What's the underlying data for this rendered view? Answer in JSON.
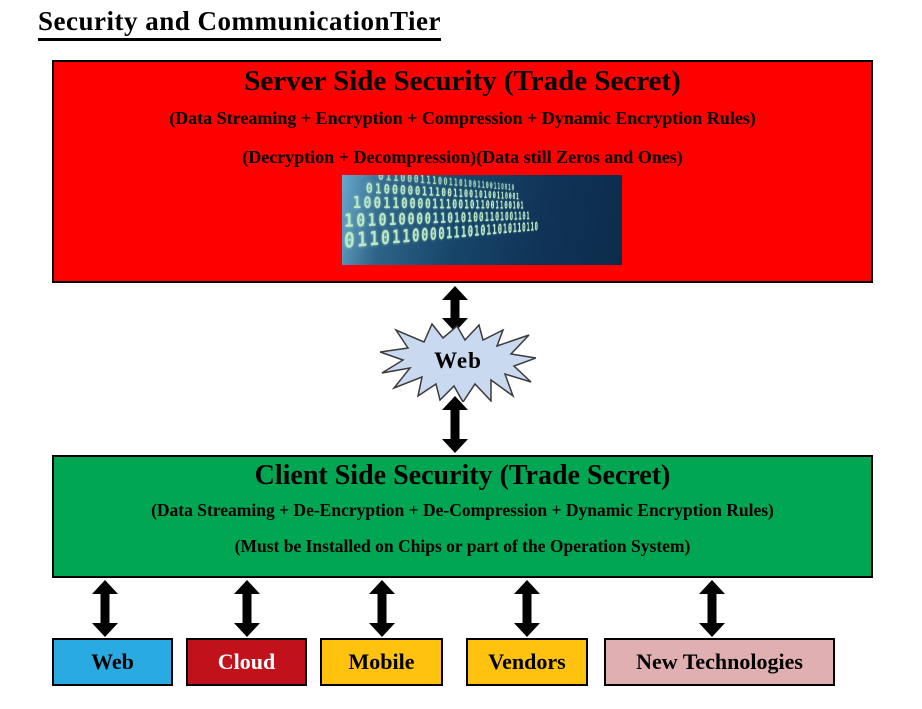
{
  "title": "Security and CommunicationTier",
  "arrow_color": "#000000",
  "server_box": {
    "title": "Server Side Security (Trade Secret)",
    "subtitle1": "(Data Streaming + Encryption + Compression + Dynamic Encryption Rules)",
    "subtitle2": "(Decryption + Decompression)(Data still Zeros and Ones)",
    "fill": "#FF0000",
    "binary_rows": [
      "011000111001101001100110010",
      "010000011100110010100110001",
      "100110000111001011001100101",
      "101010000110101001101001101",
      "011011000011101011010110110"
    ]
  },
  "web_hub": {
    "label": "Web",
    "fill": "#C9D9F0",
    "stroke": "#3B3B3B"
  },
  "client_box": {
    "title": "Client Side Security (Trade Secret)",
    "subtitle1": "(Data Streaming + De-Encryption + De-Compression + Dynamic Encryption Rules)",
    "subtitle2": "(Must be Installed on Chips or part of the Operation System)",
    "fill": "#00A651"
  },
  "endpoints": [
    {
      "label": "Web",
      "fill": "#29ABE2",
      "text": "#000000"
    },
    {
      "label": "Cloud",
      "fill": "#C1121C",
      "text": "#FFFFFF"
    },
    {
      "label": "Mobile",
      "fill": "#FFC20E",
      "text": "#000000"
    },
    {
      "label": "Vendors",
      "fill": "#FFC20E",
      "text": "#000000"
    },
    {
      "label": "New Technologies",
      "fill": "#DFAFB2",
      "text": "#000000"
    }
  ]
}
